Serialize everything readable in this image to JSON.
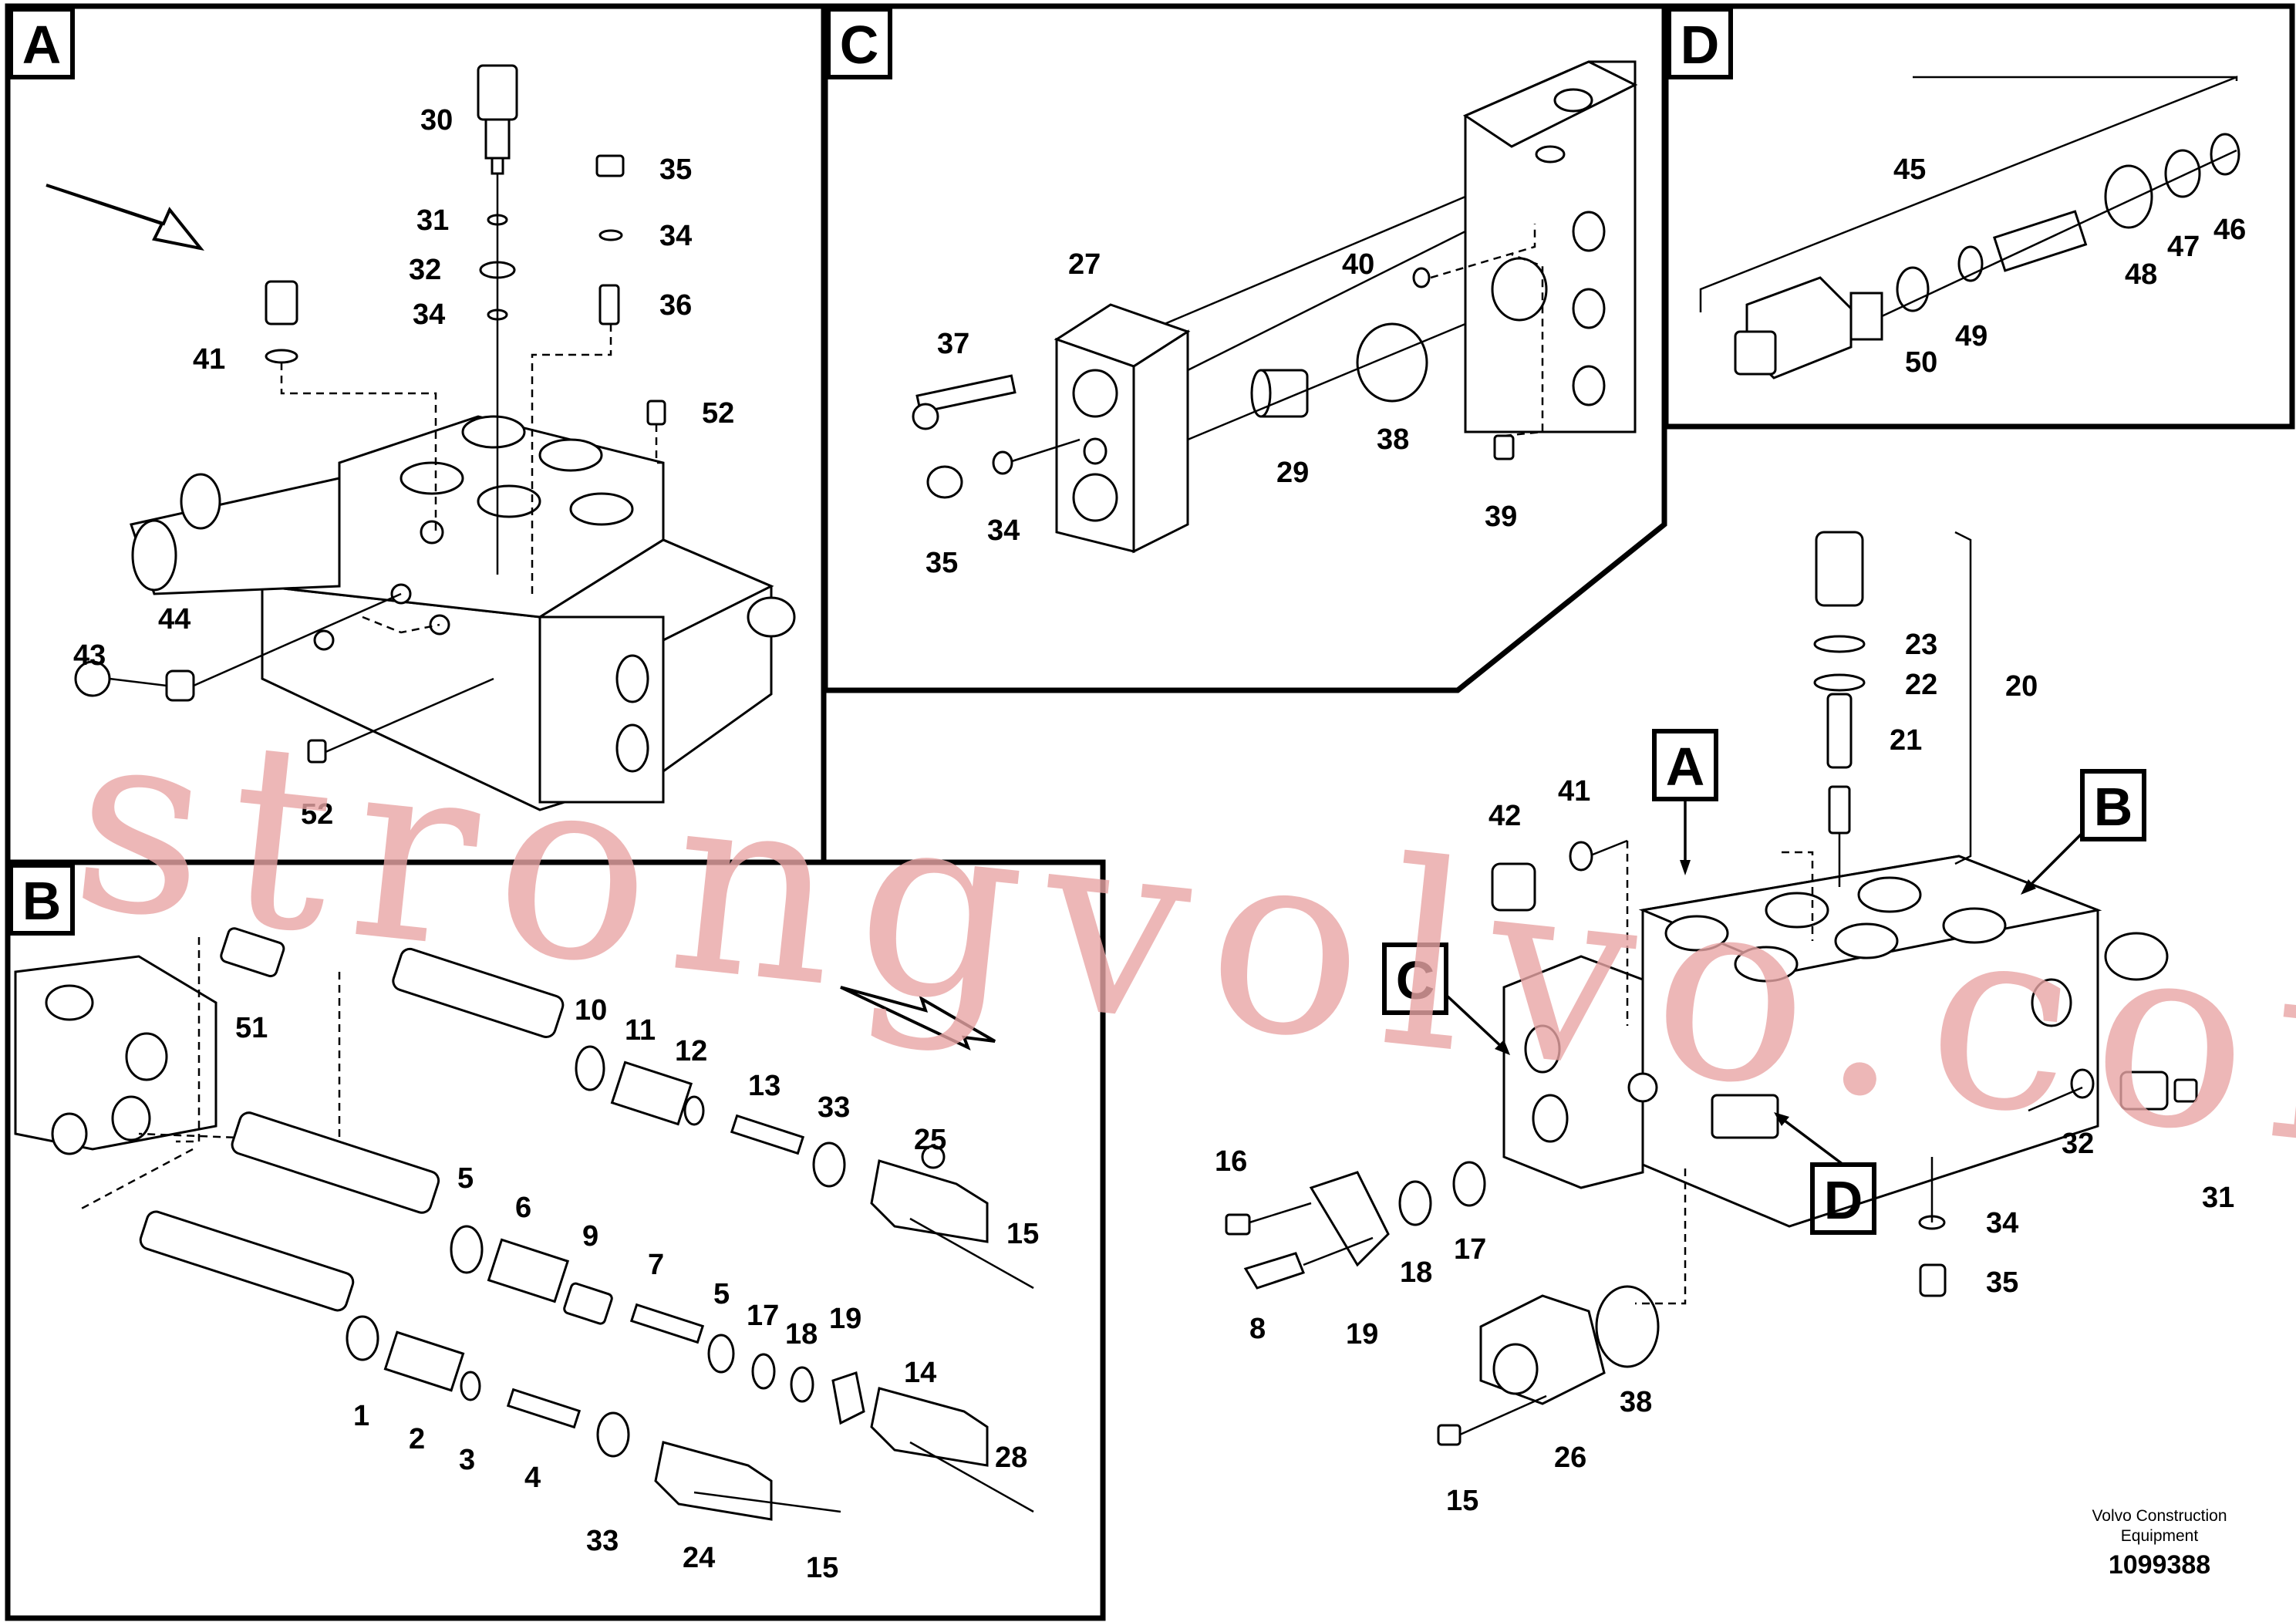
{
  "sections": [
    {
      "id": "A",
      "label": "A"
    },
    {
      "id": "B",
      "label": "B"
    },
    {
      "id": "C",
      "label": "C"
    },
    {
      "id": "D",
      "label": "D"
    }
  ],
  "callouts": {
    "main": [
      "A",
      "B",
      "C",
      "D"
    ]
  },
  "part_labels": {
    "a30": "30",
    "a35": "35",
    "a31": "31",
    "a34a": "34",
    "a32": "32",
    "a34b": "34",
    "a36": "36",
    "a41": "41",
    "a52a": "52",
    "a44": "44",
    "a43": "43",
    "a52b": "52",
    "c27": "27",
    "c40": "40",
    "c37": "37",
    "c29": "29",
    "c38": "38",
    "c35": "35",
    "c34": "34",
    "c39": "39",
    "d45": "45",
    "d46": "46",
    "d47": "47",
    "d48": "48",
    "d49": "49",
    "d50": "50",
    "b51": "51",
    "b10": "10",
    "b11": "11",
    "b12": "12",
    "b13": "13",
    "b33a": "33",
    "b25": "25",
    "b15a": "15",
    "b5a": "5",
    "b6": "6",
    "b9": "9",
    "b7": "7",
    "b5b": "5",
    "b17": "17",
    "b18": "18",
    "b19": "19",
    "b14": "14",
    "b28": "28",
    "b1": "1",
    "b2": "2",
    "b3": "3",
    "b4": "4",
    "b33b": "33",
    "b24": "24",
    "b15b": "15",
    "m23": "23",
    "m22": "22",
    "m20": "20",
    "m21": "21",
    "m42": "42",
    "m41": "41",
    "m16": "16",
    "m8": "8",
    "m19": "19",
    "m18": "18",
    "m17": "17",
    "m32": "32",
    "m31": "31",
    "m34": "34",
    "m35": "35",
    "m38": "38",
    "m26": "26",
    "m15": "15"
  },
  "footer": {
    "company_line1": "Volvo Construction",
    "company_line2": "Equipment",
    "drawing_number": "1099388"
  },
  "watermark": "strongvolvo.com"
}
